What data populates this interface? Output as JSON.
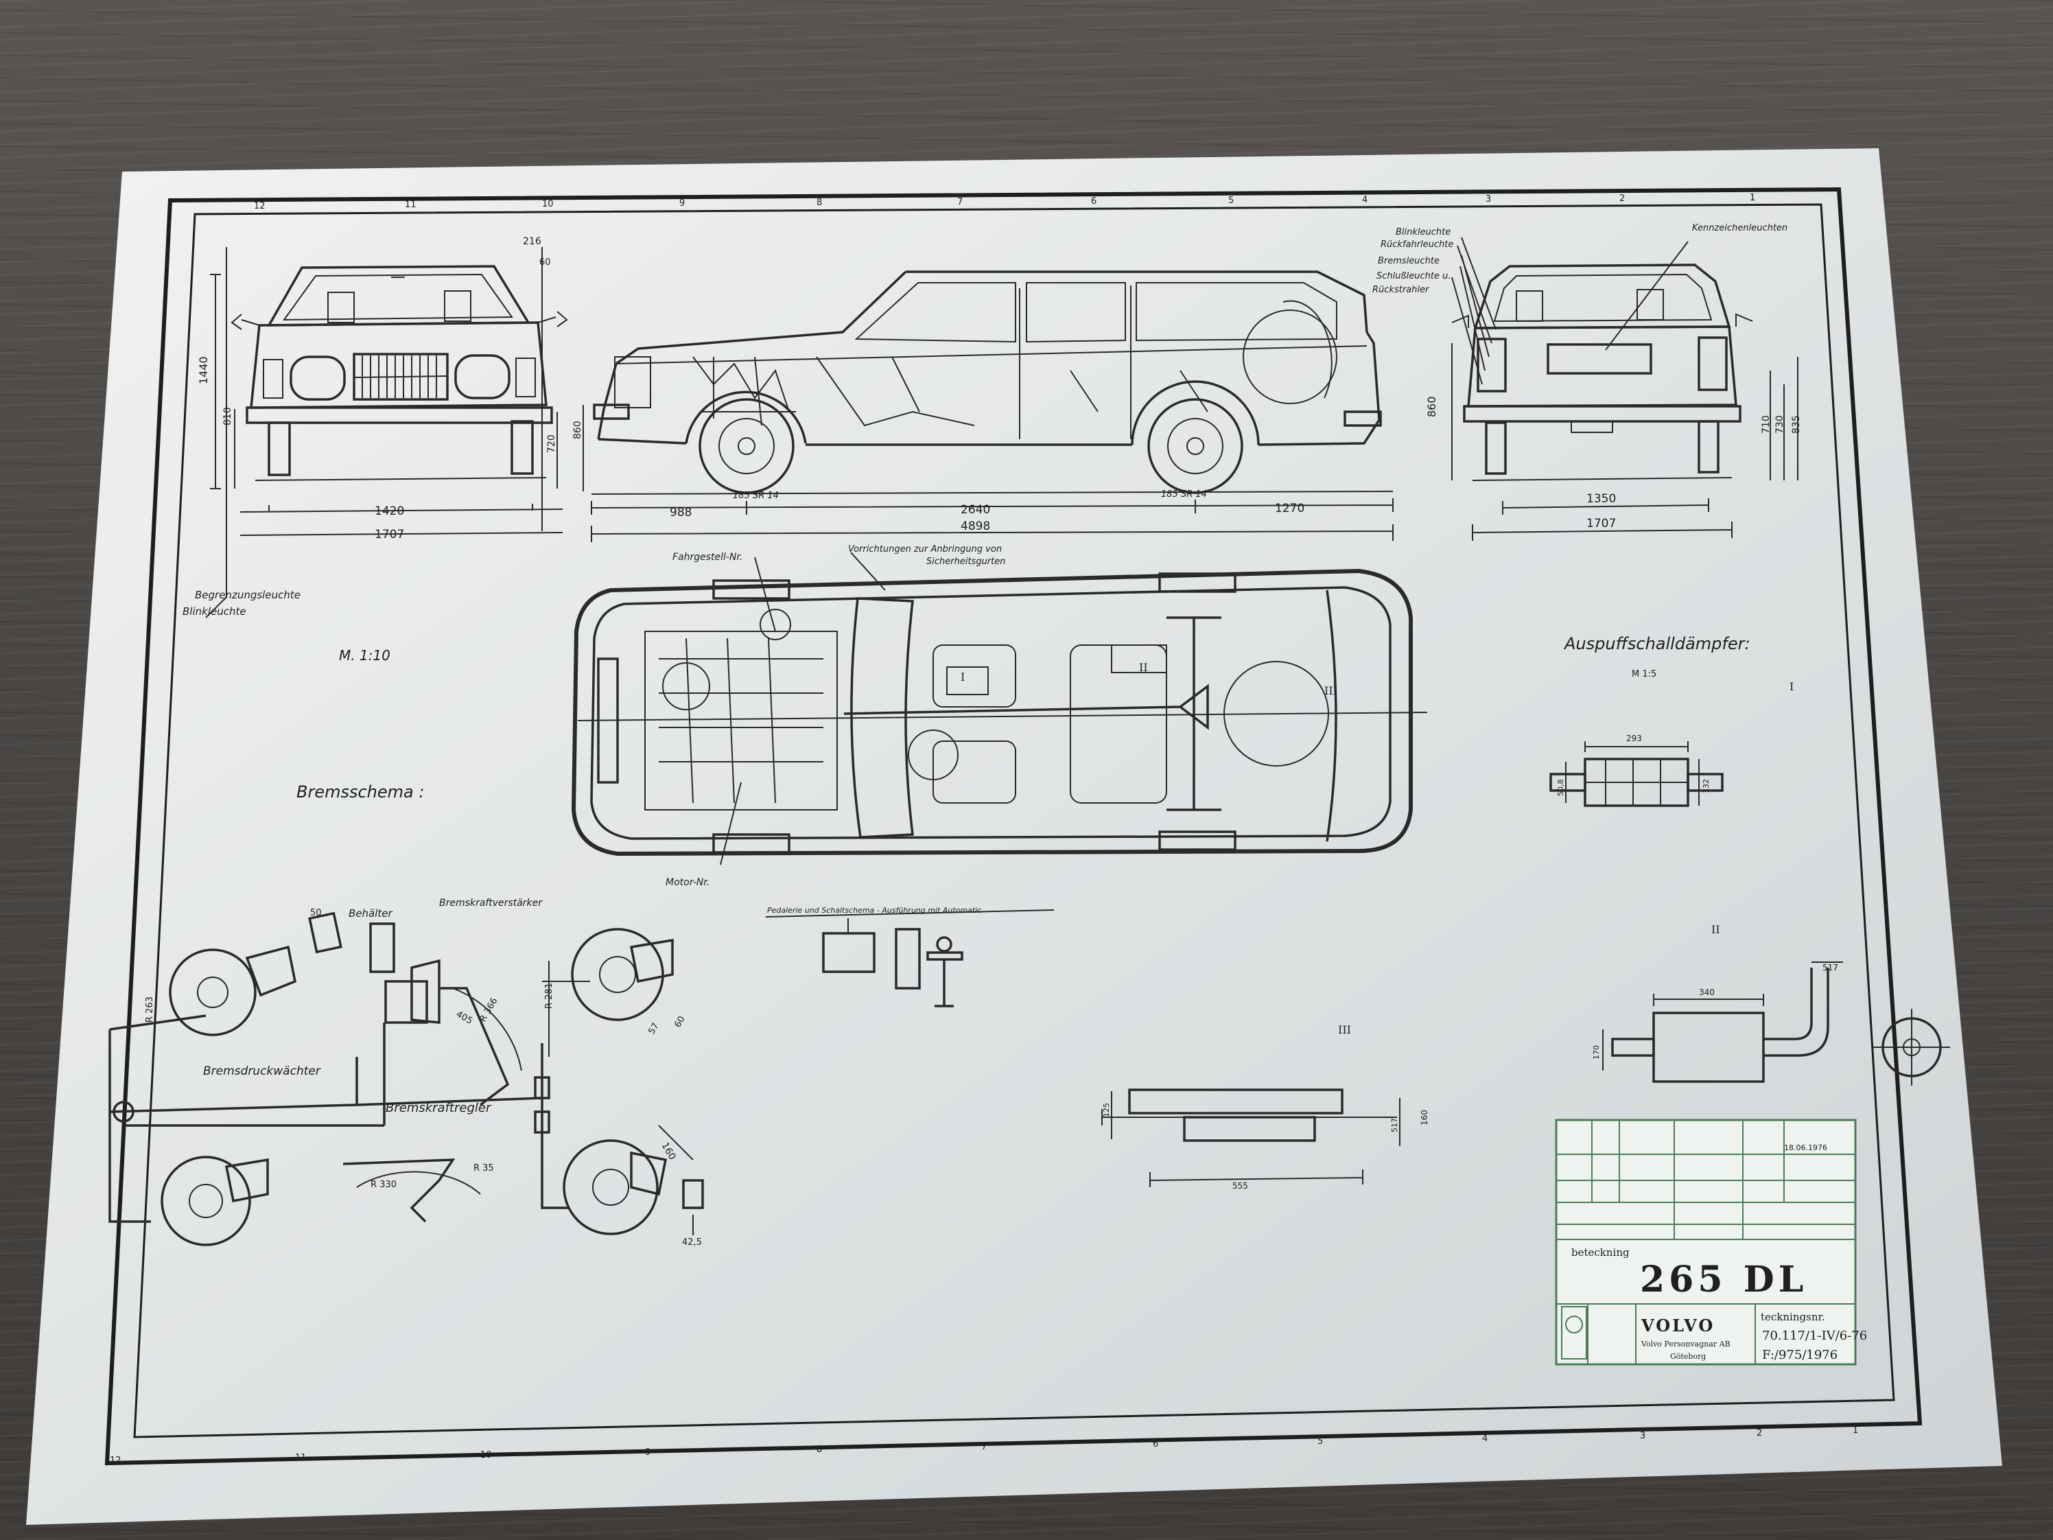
{
  "document": {
    "scale_main": "M. 1:10",
    "top_dims": {
      "front_height": "1440",
      "front_lower": "810",
      "front_ground": "720",
      "front_mirror": "216",
      "front_roof": "60",
      "front_track": "1420",
      "front_width": "1707",
      "side_overhang_front": "988",
      "side_wheelbase": "2640",
      "side_overhang_rear": "1270",
      "side_length": "4898",
      "side_ground": "860",
      "tire_front": "185 SR 14",
      "tire_rear": "185 SR 14",
      "rear_height_860": "860",
      "rear_d1": "710",
      "rear_d2": "730",
      "rear_d3": "835",
      "rear_track": "1350",
      "rear_width": "1707"
    },
    "labels": {
      "begrenzungsleuchte": "Begrenzungsleuchte",
      "blinkleuchte": "Blinkleuchte",
      "rear_blink": "Blinkleuchte",
      "rueckfahr": "Rückfahrleuchte",
      "brems": "Bremsleuchte",
      "schluss": "Schlußleuchte u.",
      "rueckstrahler": "Rückstrahler",
      "kennzeichen": "Kennzeichenleuchten",
      "fahrgestell": "Fahrgestell-Nr.",
      "vorrichtungen_1": "Vorrichtungen zur Anbringung von",
      "vorrichtungen_2": "Sicherheitsgurten",
      "motor_nr": "Motor-Nr.",
      "bremsschema": "Bremsschema :",
      "behaelter": "Behälter",
      "bremskraftverstaerker": "Bremskraftverstärker",
      "bremsdruckwaechter": "Bremsdruckwächter",
      "bremskraftregler": "Bremskraftregler",
      "pedalerie": "Pedalerie und Schaltschema - Ausführung mit Automatic",
      "auspuff": "Auspuffschalldämpfer:",
      "auspuff_scale": "M 1:5",
      "roman_1": "I",
      "roman_2": "II",
      "roman_3": "III"
    },
    "brake_dims": {
      "d50": "50",
      "r263": "R 263",
      "r281": "R 281",
      "r366": "R 366",
      "d405": "405",
      "d57": "57",
      "d60": "60",
      "r330": "R 330",
      "r35": "R 35",
      "d42_5": "42,5",
      "d160": "160"
    },
    "muffler_dims": {
      "m1_len": "293",
      "m1_h1": "50,8",
      "m1_h2": "132",
      "m2_len": "340",
      "m2_tail": "517",
      "m2_h": "170",
      "m3_len": "555",
      "m3_h1": "125",
      "m3_h2": "160",
      "m3_h3": "517"
    },
    "title_block": {
      "date": "18.06.1976",
      "beteckning_label": "beteckning",
      "model": "265 DL",
      "brand": "VOLVO",
      "company": "Volvo Personvagnar AB",
      "city": "Göteborg",
      "drawing_label": "teckningsnr.",
      "drawing_no": "70.117/1-IV/6-76",
      "f_no": "F:/975/1976"
    },
    "border_top": [
      "12",
      "11",
      "10",
      "9",
      "8",
      "7",
      "6",
      "5",
      "4",
      "3",
      "2",
      "1"
    ],
    "border_bottom": [
      "12",
      "11",
      "10",
      "9",
      "8",
      "7",
      "6",
      "5",
      "4",
      "3",
      "2",
      "1"
    ]
  }
}
